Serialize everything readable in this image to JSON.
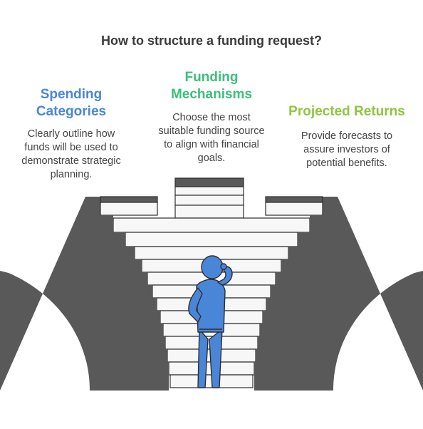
{
  "title": "How to structure a funding request?",
  "sections": [
    {
      "heading_lines": [
        "Spending",
        "Categories"
      ],
      "color": "#4a86d8",
      "description_lines": [
        "Clearly outline how",
        "funds will be used to",
        "demonstrate strategic",
        "planning."
      ]
    },
    {
      "heading_lines": [
        "Funding",
        "Mechanisms"
      ],
      "color": "#3dbf7c",
      "description_lines": [
        "Choose the most",
        "suitable funding source",
        "to align with financial",
        "goals."
      ]
    },
    {
      "heading_lines": [
        "Projected Returns"
      ],
      "color": "#8dc63f",
      "description_lines": [
        "Provide forecasts to",
        "assure investors of",
        "potential benefits."
      ]
    }
  ],
  "colors": {
    "stairs_dark": "#595959",
    "stairs_light": "#f7f7f7",
    "person": "#4a86d8",
    "outline": "#2d2d2d"
  }
}
